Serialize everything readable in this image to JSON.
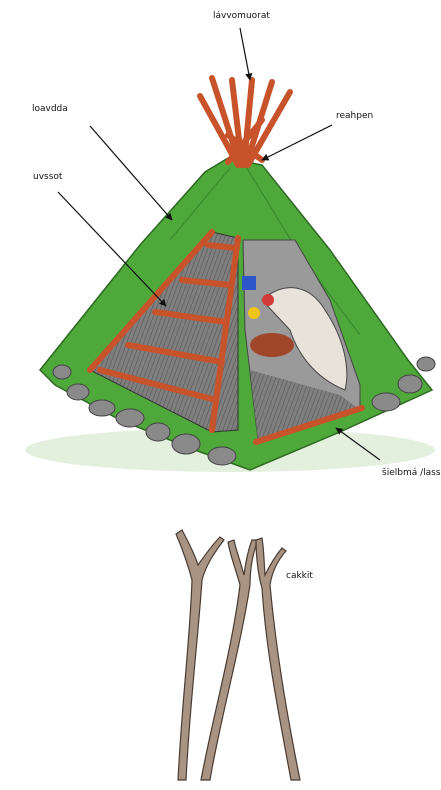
{
  "labels": {
    "smoke_hole": "lávvomuorat",
    "ridge_poles": "reahpen",
    "cover": "loavdda",
    "door": "uvssot",
    "door_frame": "šielbmá /lassá",
    "poles": "cakkit"
  },
  "colors": {
    "canvas_green": "#4fa83a",
    "wood_brown": "#c8532a",
    "stick_gray": "#a99484",
    "stone_gray": "#8a8a8a",
    "interior_gray": "#7d7d7d"
  }
}
